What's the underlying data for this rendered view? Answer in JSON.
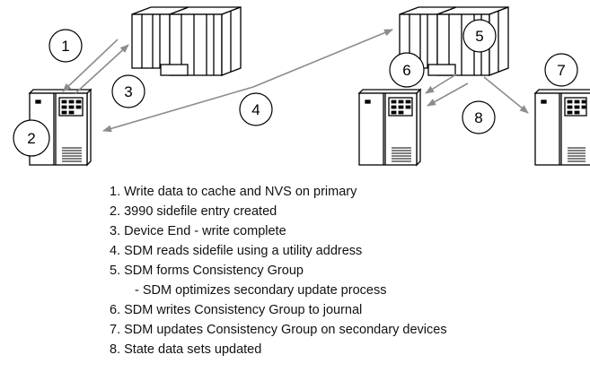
{
  "callouts": [
    "1",
    "2",
    "3",
    "4",
    "5",
    "6",
    "7",
    "8"
  ],
  "steps": [
    "1. Write data to cache and NVS on primary",
    "2. 3990 sidefile entry created",
    "3. Device End - write complete",
    "4. SDM reads sidefile using a utility address",
    "5. SDM forms Consistency Group",
    "- SDM optimizes secondary update process",
    "6. SDM writes Consistency Group to journal",
    "7. SDM updates Consistency Group on secondary devices",
    "8. State data sets updated"
  ],
  "icons": {
    "primary_host": "mainframe-icon",
    "primary_storage": "storage-controller-icon",
    "sdm_host": "mainframe-icon",
    "journal_storage": "storage-controller-icon",
    "secondary_storage": "storage-controller-icon"
  },
  "colors": {
    "arrow": "#8c8c8c",
    "outline": "#000000",
    "fill": "#ffffff"
  }
}
